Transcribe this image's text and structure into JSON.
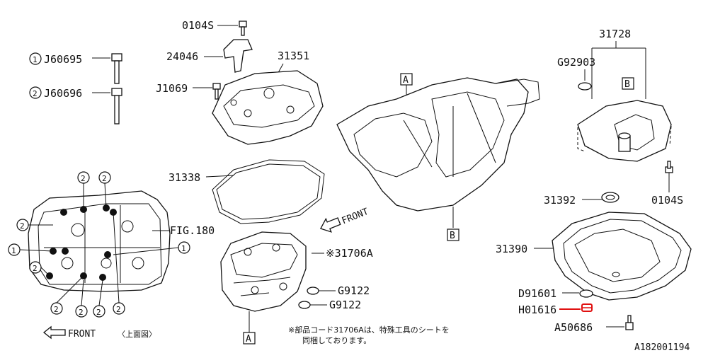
{
  "labels": {
    "p0104s_top": "0104S",
    "p24046": "24046",
    "p31351": "31351",
    "pJ1069": "J1069",
    "pJ60695": "J60695",
    "pJ60696": "J60696",
    "p31338": "31338",
    "pFIG180": "FIG.180",
    "p31706A": "※31706A",
    "pG9122a": "G9122",
    "pG9122b": "G9122",
    "p31728": "31728",
    "pG92903": "G92903",
    "p0104s_right": "0104S",
    "p31392": "31392",
    "p31390": "31390",
    "pD91601": "D91601",
    "pH01616": "H01616",
    "pA50686": "A50686",
    "front_center": "FRONT",
    "front_bottom": "FRONT",
    "bottom_view": "〈上面図〉",
    "ref_A": "A",
    "ref_B": "B",
    "callout_1": "1",
    "callout_2": "2"
  },
  "note_line1": "※部品コード31706Aは、特殊工具のシートを",
  "note_line2": "同梱しております。",
  "figure_id": "A182001194",
  "colors": {
    "highlight": "#e01010",
    "ink": "#111111"
  }
}
